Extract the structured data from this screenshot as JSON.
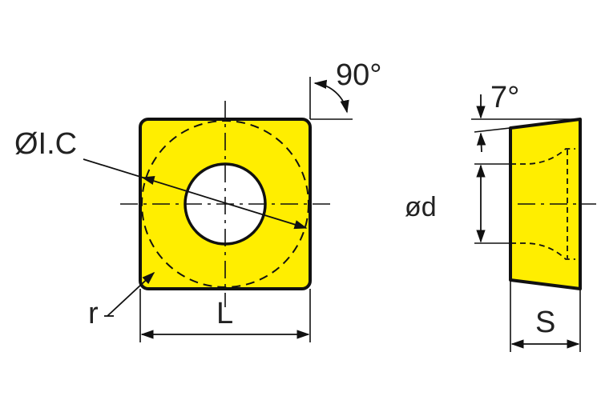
{
  "labels": {
    "angle_corner": "90°",
    "angle_clearance": "7°",
    "inscribed_circle": "ØI.C",
    "hole_diameter": "ød",
    "corner_radius": "r",
    "edge_length": "L",
    "thickness": "S"
  },
  "colors": {
    "insert_fill": "#ffee00",
    "outline": "#111111",
    "text": "#222222",
    "background": "#ffffff"
  }
}
